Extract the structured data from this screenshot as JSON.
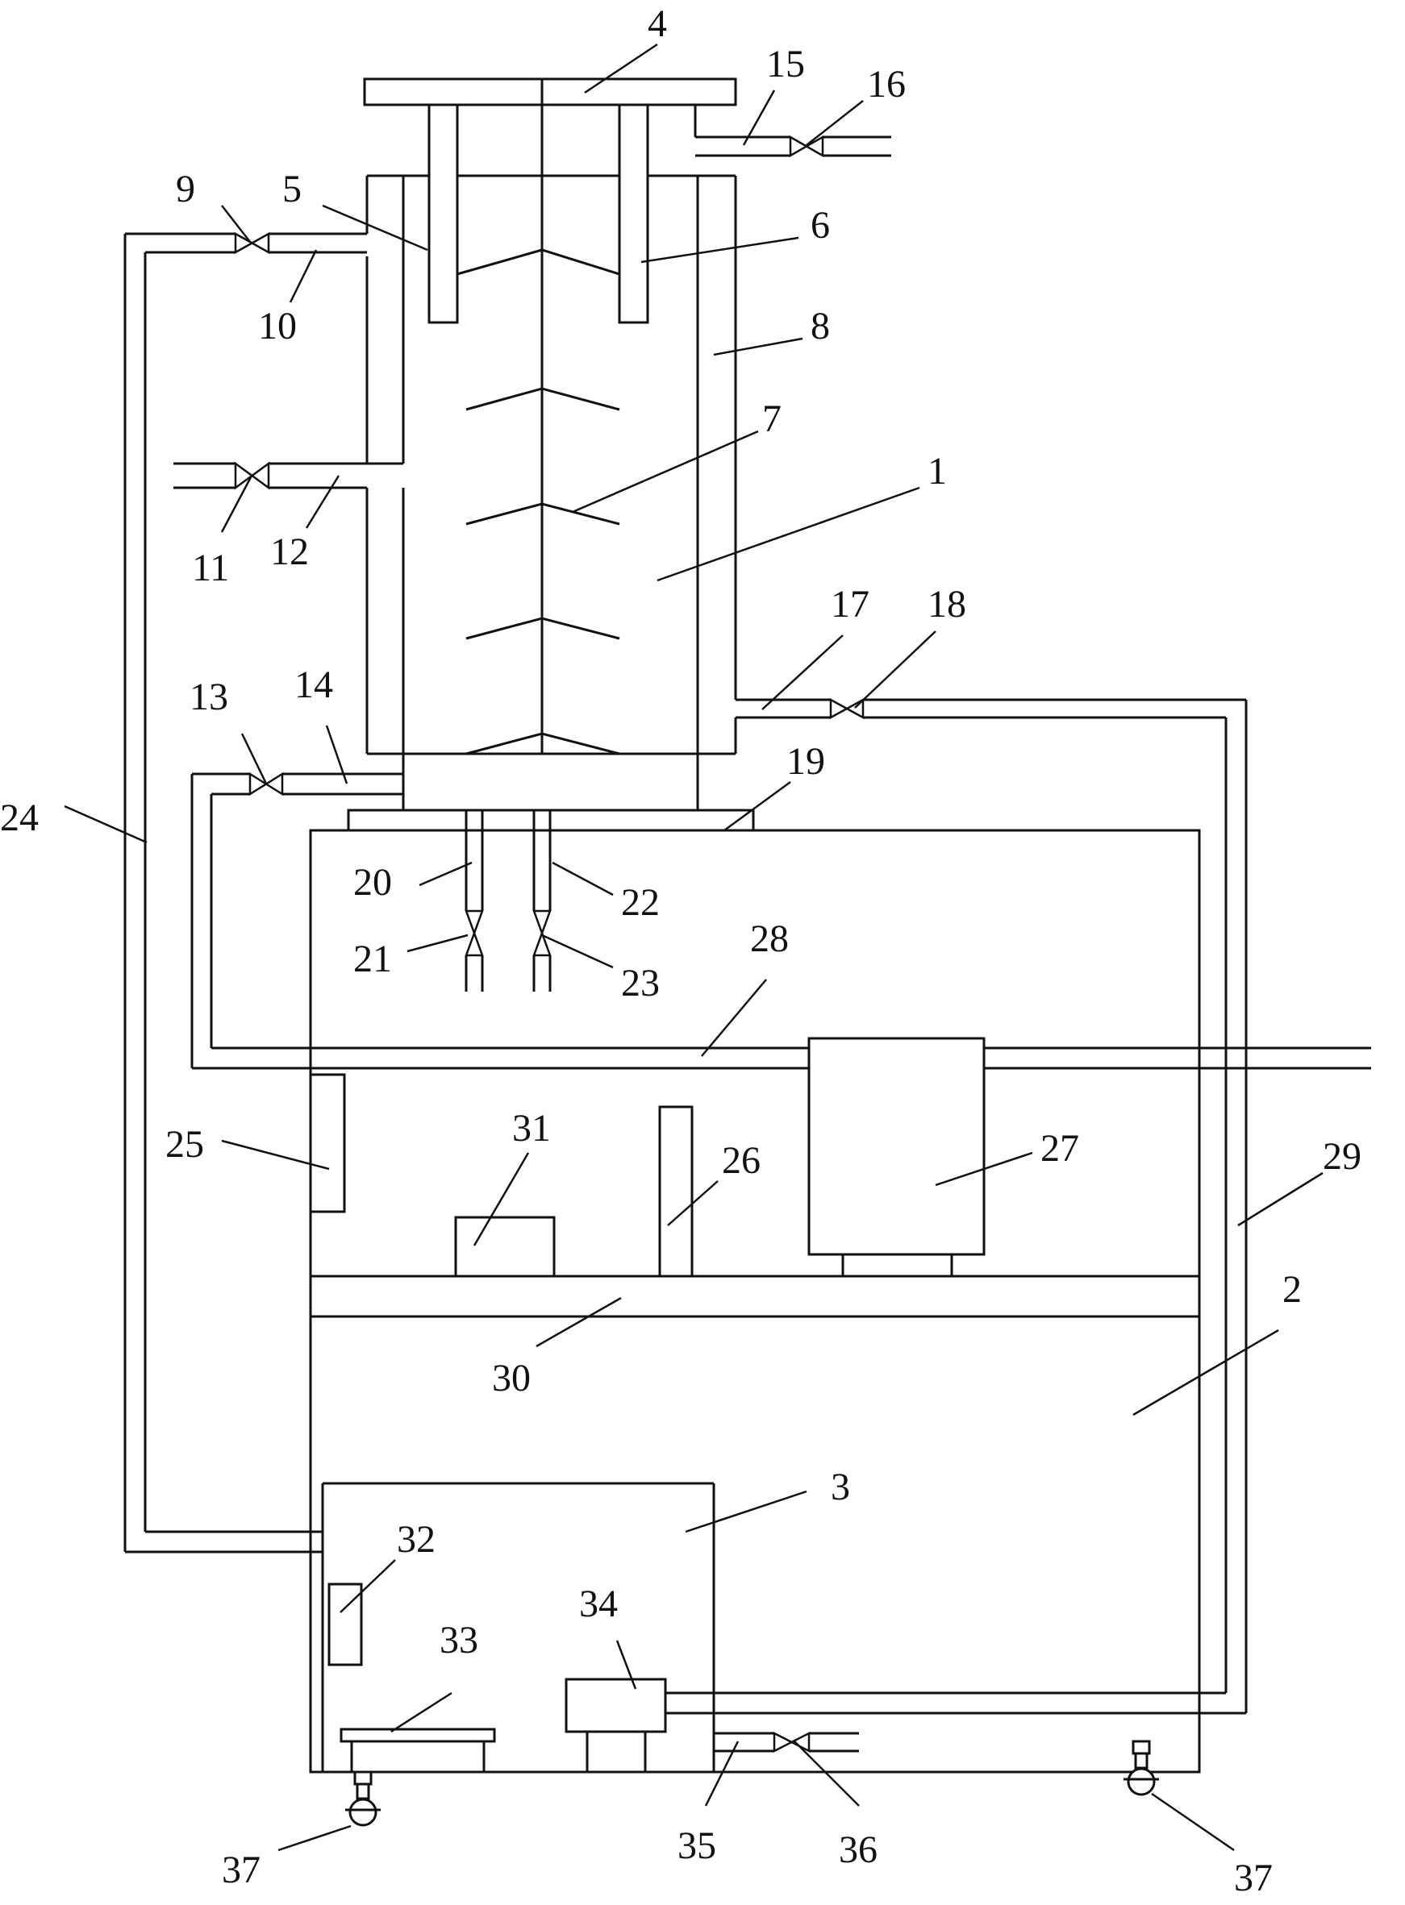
{
  "diagram": {
    "labels": {
      "l1": "1",
      "l2": "2",
      "l3": "3",
      "l4": "4",
      "l5": "5",
      "l6": "6",
      "l7": "7",
      "l8": "8",
      "l9": "9",
      "l10": "10",
      "l11": "11",
      "l12": "12",
      "l13": "13",
      "l14": "14",
      "l15": "15",
      "l16": "16",
      "l17": "17",
      "l18": "18",
      "l19": "19",
      "l20": "20",
      "l21": "21",
      "l22": "22",
      "l23": "23",
      "l24": "24",
      "l25": "25",
      "l26": "26",
      "l27": "27",
      "l28": "28",
      "l29": "29",
      "l30": "30",
      "l31": "31",
      "l32": "32",
      "l33": "33",
      "l34": "34",
      "l35": "35",
      "l36": "36",
      "l37a": "37",
      "l37b": "37"
    }
  }
}
